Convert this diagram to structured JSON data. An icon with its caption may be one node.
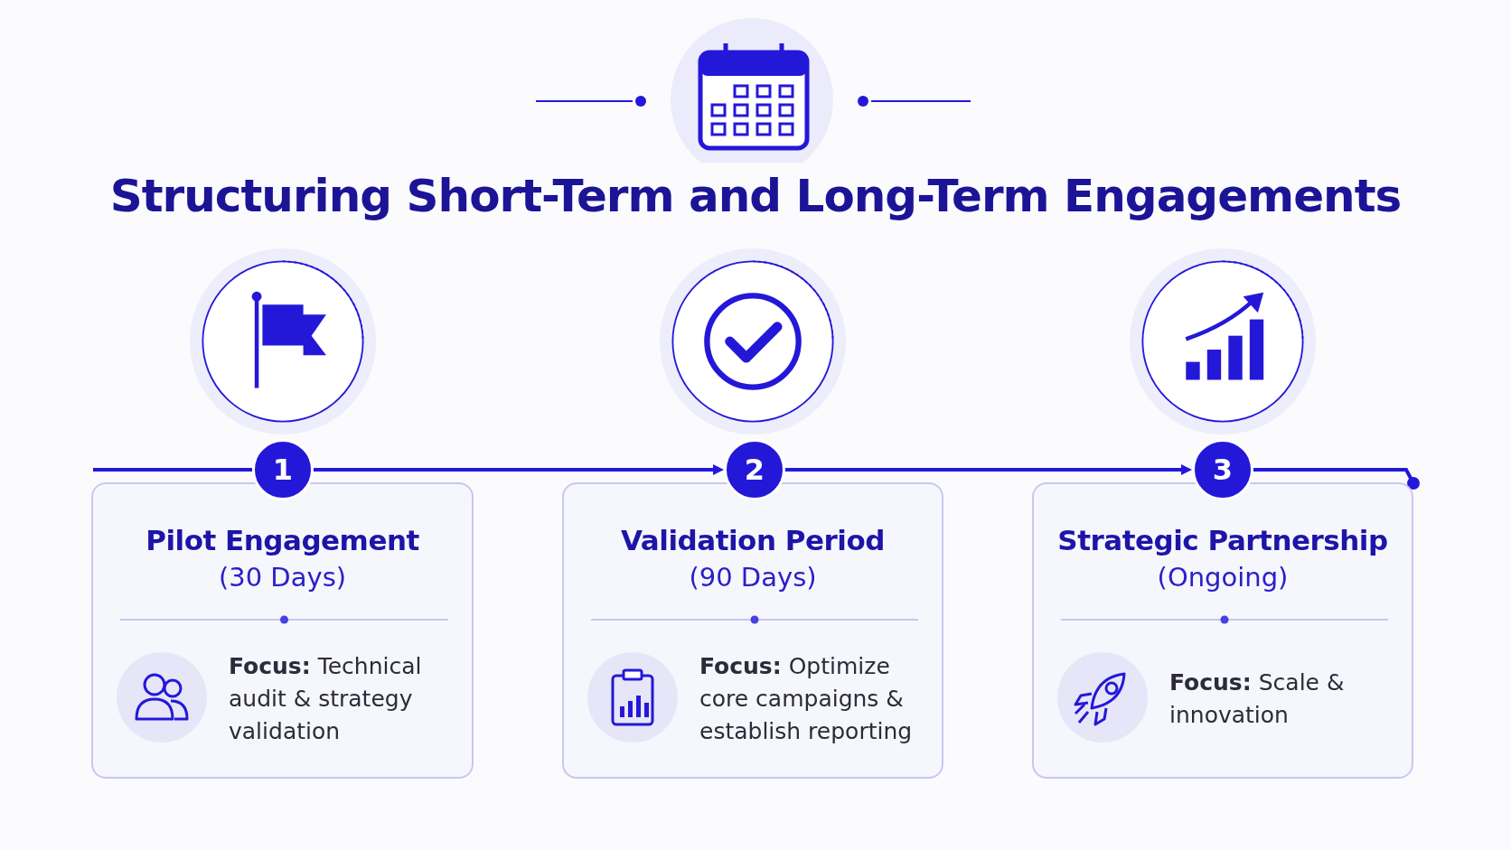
{
  "diagram": {
    "title": "Structuring Short-Term and Long-Term Engagements",
    "nodes": [
      {
        "text": [
          "1"
        ]
      },
      {
        "text": [
          "Pilot Engagement",
          "(30 Days)",
          "**Focus:** Technical audit & strategy validation"
        ]
      },
      {
        "text": [
          "2"
        ]
      },
      {
        "text": [
          "Validation Period",
          "(90 Days)",
          "**Focus:** Optimize core campaigns & establish reporting"
        ]
      },
      {
        "text": [
          "3"
        ]
      },
      {
        "text": [
          "Strategic Partnership",
          "(Ongoing)",
          "**Focus:** Scale & innovation"
        ]
      }
    ],
    "edges": [
      {
        "from": 0,
        "to": 2,
        "arrow": "to"
      },
      {
        "from": 2,
        "to": 4,
        "arrow": "to"
      },
      {
        "from": 4,
        "to": 5,
        "arrow": "other"
      }
    ]
  }
}
